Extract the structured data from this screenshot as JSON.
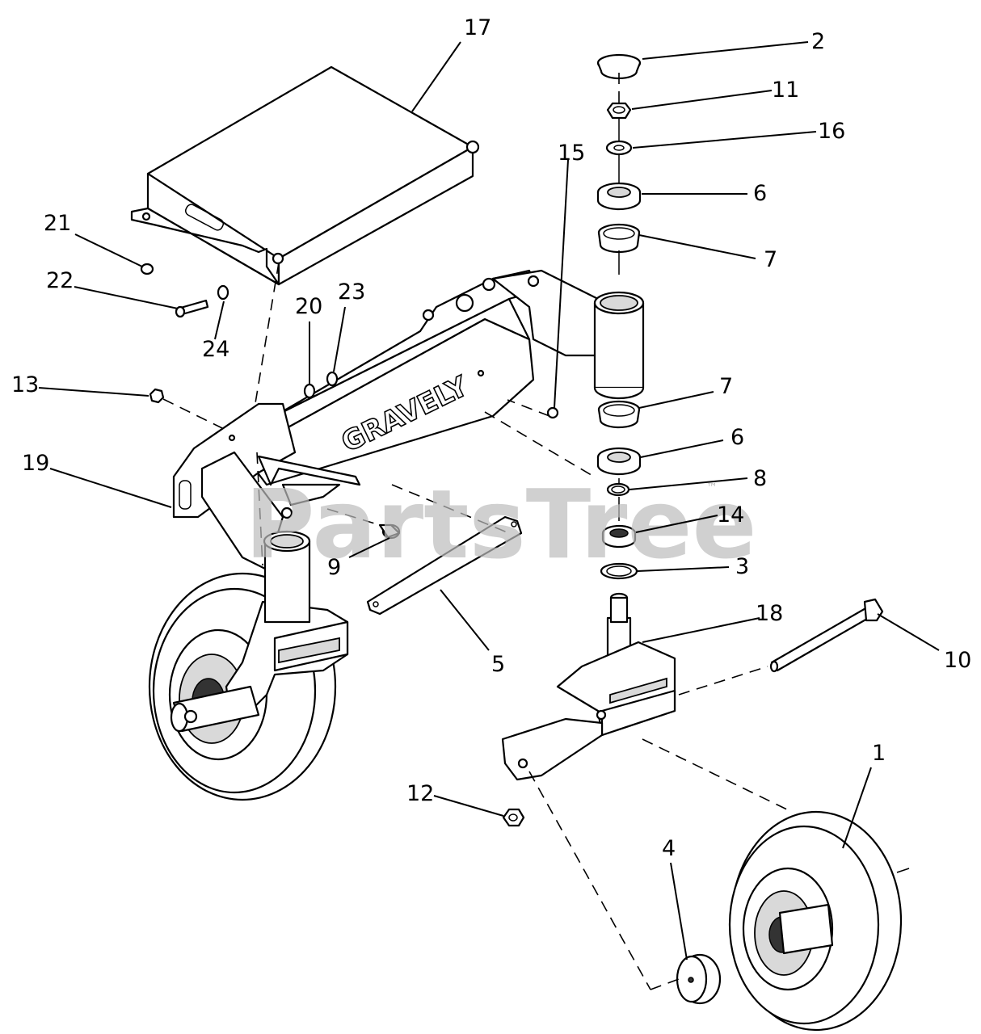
{
  "watermark": {
    "text": "PartsTree",
    "tm": "™"
  },
  "brand_text": "GRAVELY",
  "callouts": [
    {
      "id": "17",
      "text": "17"
    },
    {
      "id": "2",
      "text": "2"
    },
    {
      "id": "11",
      "text": "11"
    },
    {
      "id": "16",
      "text": "16"
    },
    {
      "id": "15",
      "text": "15"
    },
    {
      "id": "6a",
      "text": "6"
    },
    {
      "id": "7a",
      "text": "7"
    },
    {
      "id": "21",
      "text": "21"
    },
    {
      "id": "22",
      "text": "22"
    },
    {
      "id": "20",
      "text": "20"
    },
    {
      "id": "23",
      "text": "23"
    },
    {
      "id": "24",
      "text": "24"
    },
    {
      "id": "13",
      "text": "13"
    },
    {
      "id": "7b",
      "text": "7"
    },
    {
      "id": "6b",
      "text": "6"
    },
    {
      "id": "19",
      "text": "19"
    },
    {
      "id": "8",
      "text": "8"
    },
    {
      "id": "14",
      "text": "14"
    },
    {
      "id": "9",
      "text": "9"
    },
    {
      "id": "3",
      "text": "3"
    },
    {
      "id": "18",
      "text": "18"
    },
    {
      "id": "10",
      "text": "10"
    },
    {
      "id": "5",
      "text": "5"
    },
    {
      "id": "1",
      "text": "1"
    },
    {
      "id": "12",
      "text": "12"
    },
    {
      "id": "4",
      "text": "4"
    }
  ]
}
